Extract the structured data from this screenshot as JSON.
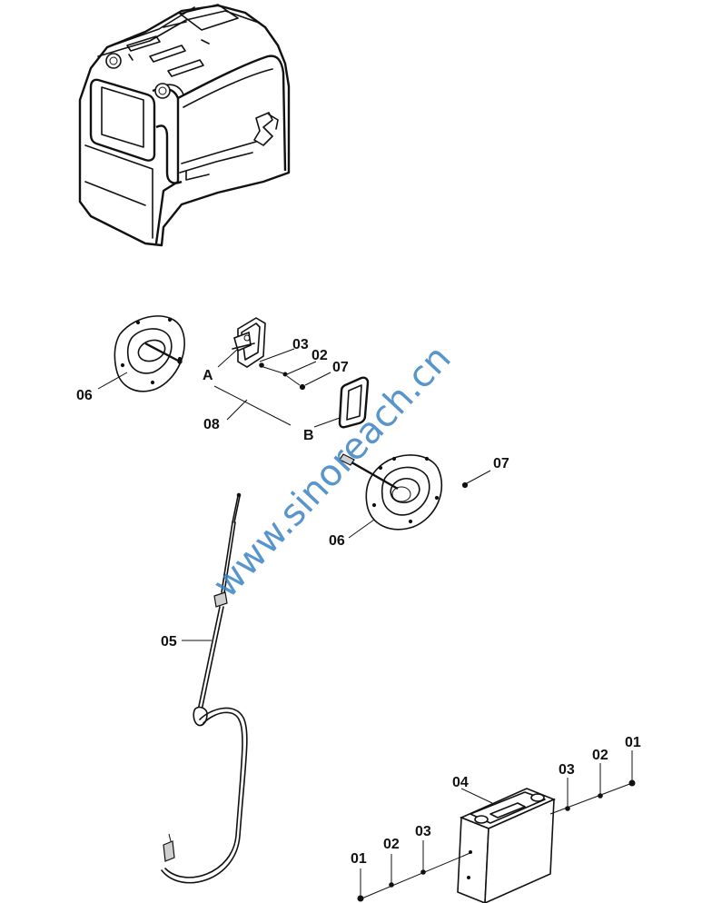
{
  "labels": {
    "l06a": "06",
    "lA": "A",
    "l03a": "03",
    "l02a": "02",
    "l07a": "07",
    "l08": "08",
    "lB": "B",
    "l07b": "07",
    "l06b": "06",
    "l05": "05",
    "l04": "04",
    "l01a": "01",
    "l02b": "02",
    "l03b": "03",
    "l03c": "03",
    "l02c": "02",
    "l01b": "01"
  },
  "watermark": "www.sinoreach.cn",
  "colors": {
    "watermark": "#3b82c4",
    "line": "#111111"
  }
}
